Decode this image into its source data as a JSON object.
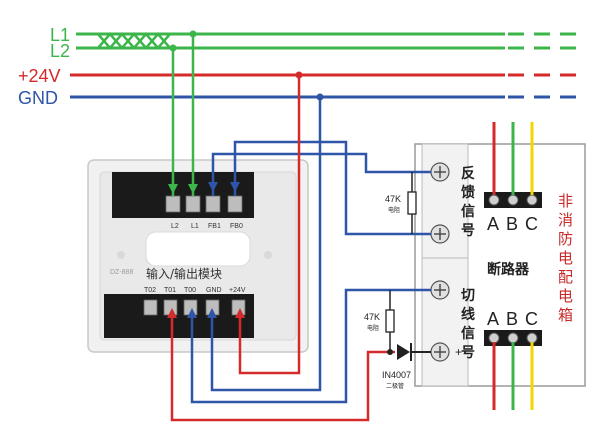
{
  "buses": {
    "l1": "L1",
    "l2": "L2",
    "v24": "+24V",
    "gnd": "GND"
  },
  "module": {
    "model": "DZ-888",
    "title": "输入/输出模块",
    "top_terminals": [
      "L2",
      "L1",
      "FB1",
      "FB0"
    ],
    "bottom_terminals": [
      "T02",
      "T01",
      "T00",
      "GND",
      "+24V"
    ]
  },
  "breaker_box": {
    "title": "非消防电配电箱",
    "breaker": "断路器",
    "feedback_signal": "反馈信号",
    "cutoff_signal": "切线信号",
    "abc_top": [
      "A",
      "B",
      "C"
    ],
    "abc_bottom": [
      "A",
      "B",
      "C"
    ],
    "plus_sign": "+"
  },
  "resistor_feedback": {
    "value": "47K",
    "name": "电阻"
  },
  "resistor_cutoff": {
    "value": "47K",
    "name": "电阻"
  },
  "diode": {
    "model": "IN4007",
    "name": "二极管"
  },
  "colors": {
    "green": "#3cb54a",
    "red": "#d42a2a",
    "blue": "#2f55a8",
    "yellow": "#f2d600",
    "terminal_dark": "#1a1a1a",
    "box_edge": "#9a9a9a"
  }
}
